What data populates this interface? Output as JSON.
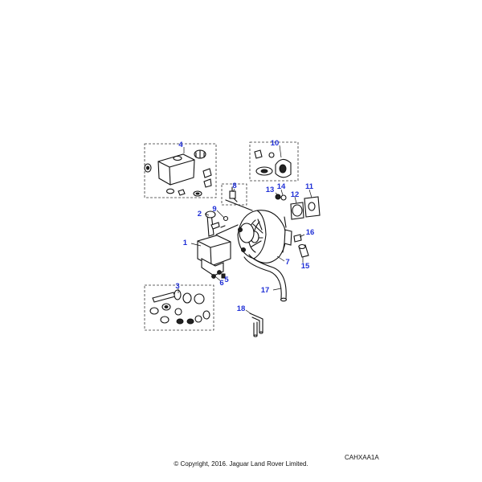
{
  "diagram": {
    "reference_code": "CAHXAA1A",
    "copyright": "© Copyright, 2016. Jaguar Land Rover Limited.",
    "callout_color": "#1f2fd6",
    "callouts": [
      {
        "id": "1",
        "name": "callout-1"
      },
      {
        "id": "2",
        "name": "callout-2"
      },
      {
        "id": "3",
        "name": "callout-3"
      },
      {
        "id": "4",
        "name": "callout-4"
      },
      {
        "id": "5",
        "name": "callout-5"
      },
      {
        "id": "6",
        "name": "callout-6"
      },
      {
        "id": "7",
        "name": "callout-7"
      },
      {
        "id": "8",
        "name": "callout-8"
      },
      {
        "id": "9",
        "name": "callout-9"
      },
      {
        "id": "10",
        "name": "callout-10"
      },
      {
        "id": "11",
        "name": "callout-11"
      },
      {
        "id": "12",
        "name": "callout-12"
      },
      {
        "id": "13",
        "name": "callout-13"
      },
      {
        "id": "14",
        "name": "callout-14"
      },
      {
        "id": "15",
        "name": "callout-15"
      },
      {
        "id": "16",
        "name": "callout-16"
      },
      {
        "id": "17",
        "name": "callout-17"
      },
      {
        "id": "18",
        "name": "callout-18"
      }
    ]
  }
}
